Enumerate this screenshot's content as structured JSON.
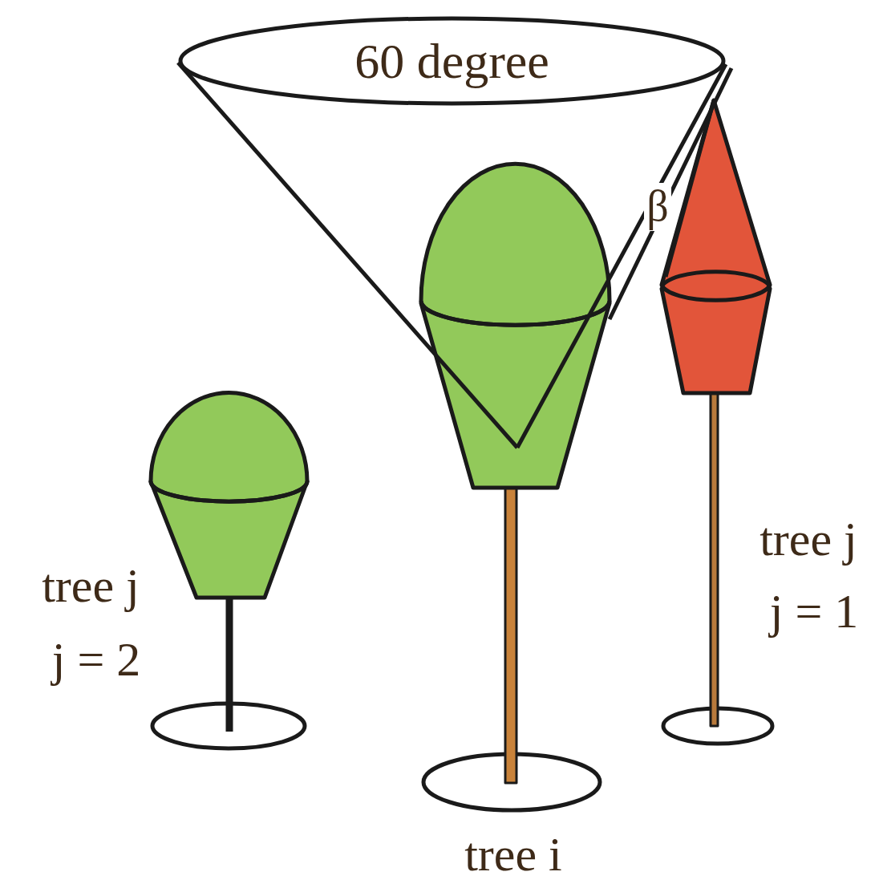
{
  "diagram": {
    "nodes": [
      {
        "text": [
          "60 degree"
        ]
      }
    ],
    "labels": [
      "β",
      "tree j",
      "j = 2",
      "tree i",
      "tree j",
      "j = 1"
    ]
  }
}
